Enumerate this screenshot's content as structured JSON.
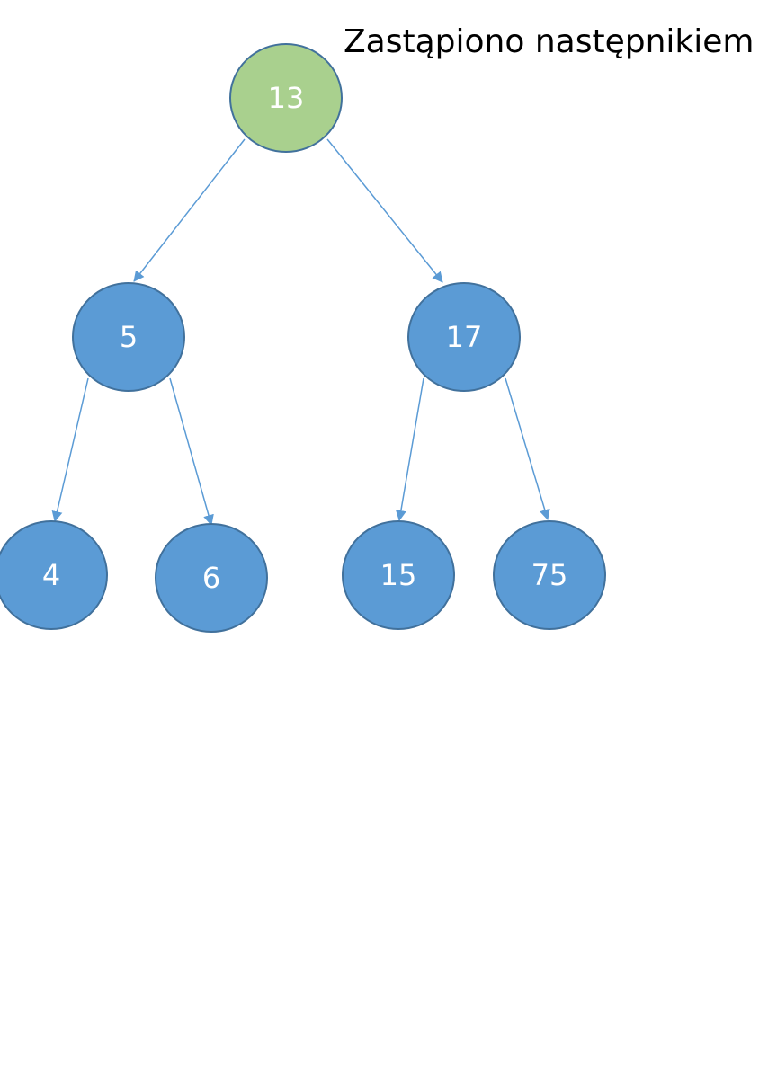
{
  "caption": "Zastąpiono następnikiem",
  "colors": {
    "node_default_fill": "#5b9bd5",
    "node_default_stroke": "#41719c",
    "node_highlight_fill": "#a9d08e",
    "node_highlight_stroke": "#41719c",
    "edge": "#5b9bd5",
    "label": "#ffffff"
  },
  "tree": {
    "nodes": [
      {
        "id": "n13",
        "label": "13",
        "highlight": true
      },
      {
        "id": "n5",
        "label": "5",
        "highlight": false
      },
      {
        "id": "n17",
        "label": "17",
        "highlight": false
      },
      {
        "id": "n4",
        "label": "4",
        "highlight": false
      },
      {
        "id": "n6",
        "label": "6",
        "highlight": false
      },
      {
        "id": "n15",
        "label": "15",
        "highlight": false
      },
      {
        "id": "n75",
        "label": "75",
        "highlight": false
      }
    ],
    "edges": [
      {
        "from": "n13",
        "to": "n5"
      },
      {
        "from": "n13",
        "to": "n17"
      },
      {
        "from": "n5",
        "to": "n4"
      },
      {
        "from": "n5",
        "to": "n6"
      },
      {
        "from": "n17",
        "to": "n15"
      },
      {
        "from": "n17",
        "to": "n75"
      }
    ]
  }
}
